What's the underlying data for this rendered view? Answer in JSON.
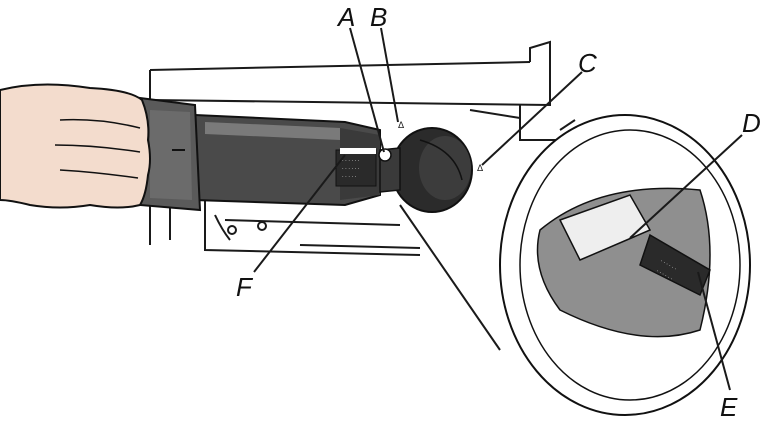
{
  "callouts": {
    "a": "A",
    "b": "B",
    "c": "C",
    "d": "D",
    "e": "E",
    "f": "F"
  },
  "colors": {
    "cartridge_dark": "#3a3a3a",
    "cartridge_mid": "#6b6b6b",
    "inset_gray": "#8f8f8f",
    "line": "#1a1a1a",
    "skin": "#f3dccd"
  },
  "icons": {
    "hand": "hand-icon",
    "cartridge": "toner-cartridge-icon",
    "printer": "printer-housing-icon",
    "magnifier": "detail-inset-icon"
  }
}
